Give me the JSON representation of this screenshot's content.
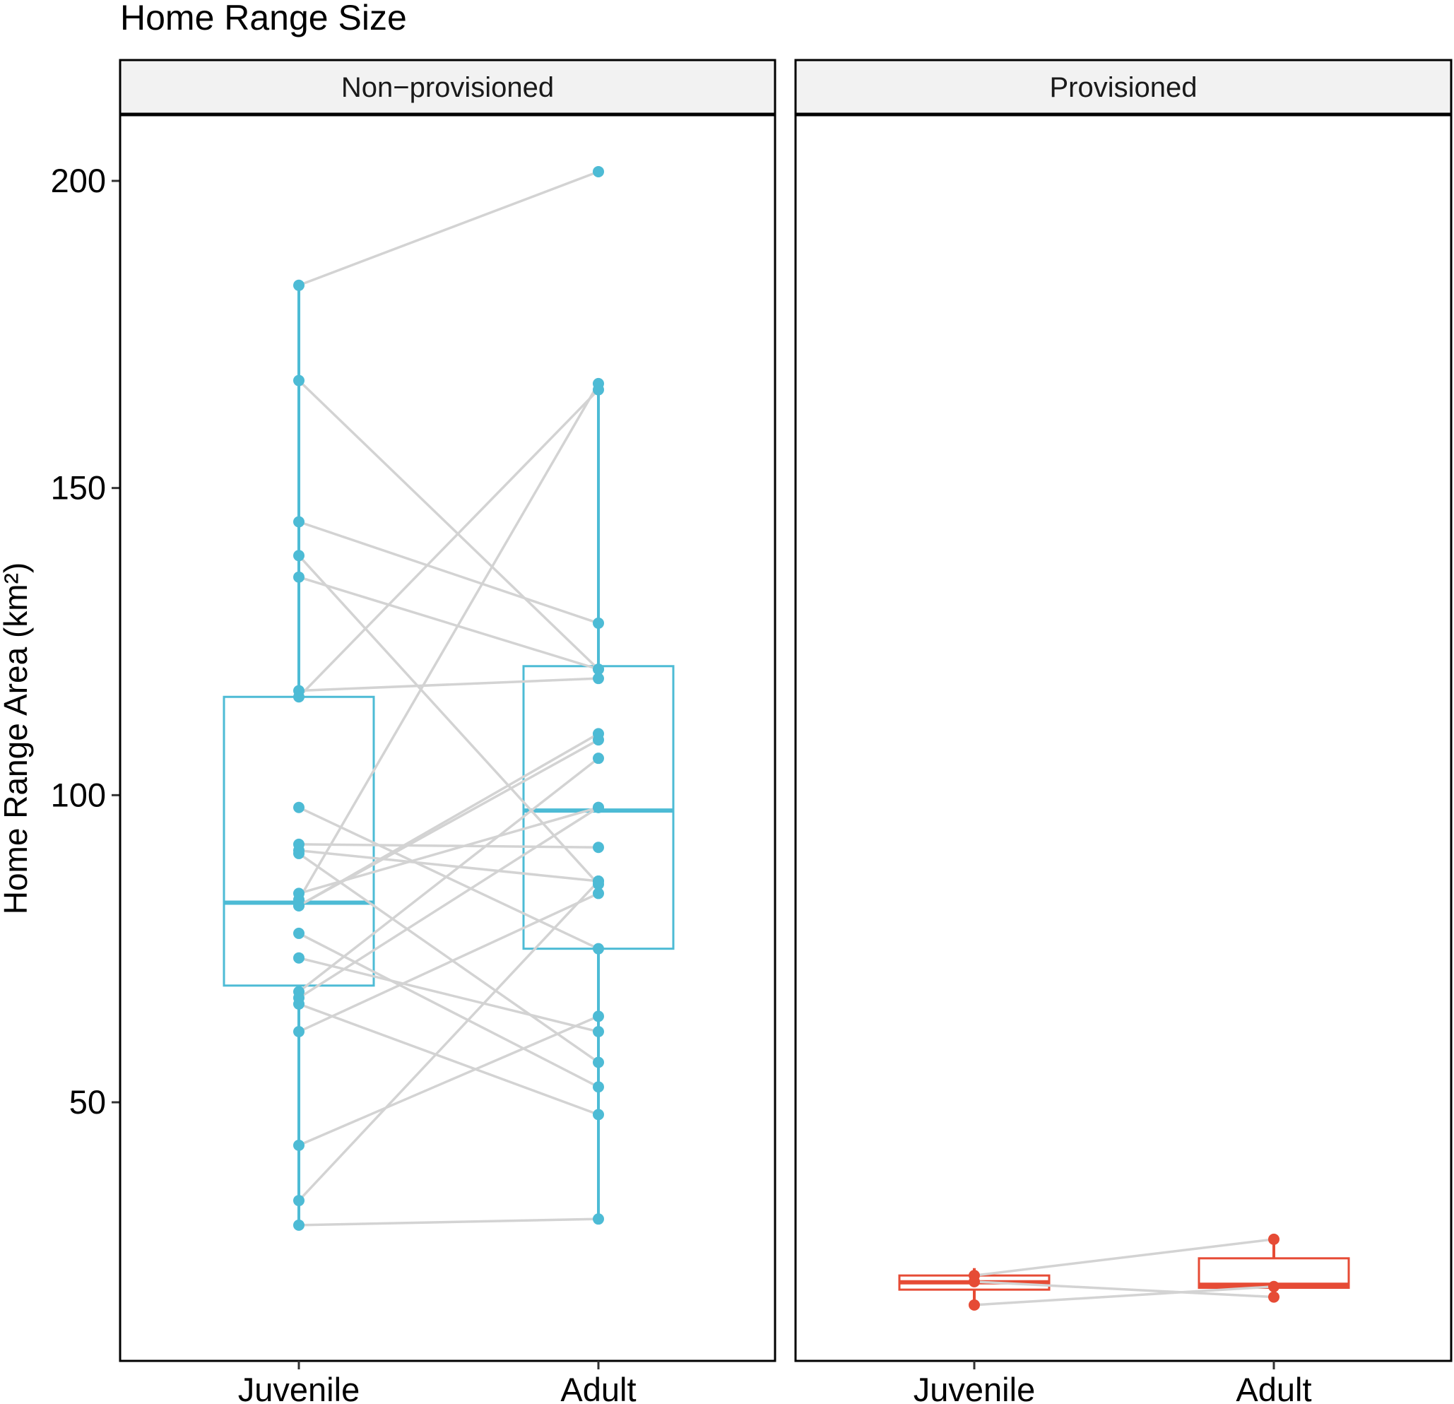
{
  "chart_data": {
    "type": "box",
    "title": "Home Range Size",
    "ylabel": "Home Range Area (km²)",
    "xlabel": "",
    "ylim": [
      13,
      214
    ],
    "yticks": [
      50,
      100,
      150,
      200
    ],
    "categories": [
      "Juvenile",
      "Adult"
    ],
    "grid": false,
    "legend": "none",
    "panels": [
      {
        "name": "Non−provisioned",
        "color": "#4DBBD5",
        "box": {
          "Juvenile": {
            "min": 30,
            "q1": 69,
            "median": 82.5,
            "q3": 116,
            "max": 183
          },
          "Adult": {
            "min": 31,
            "q1": 75,
            "median": 97.5,
            "q3": 121,
            "max": 167
          }
        },
        "pairs": [
          [
            183,
            201.5
          ],
          [
            167.5,
            120.5
          ],
          [
            144.5,
            128
          ],
          [
            139,
            85.5
          ],
          [
            135.5,
            120.5
          ],
          [
            117,
            119
          ],
          [
            116,
            166
          ],
          [
            98,
            75
          ],
          [
            92,
            91.5
          ],
          [
            91,
            86
          ],
          [
            90.5,
            56.5
          ],
          [
            84,
            98
          ],
          [
            83,
            167
          ],
          [
            82,
            109
          ],
          [
            82,
            110
          ],
          [
            77.5,
            52.5
          ],
          [
            73.5,
            61.5
          ],
          [
            68,
            106
          ],
          [
            67,
            98
          ],
          [
            66,
            48
          ],
          [
            61.5,
            84
          ],
          [
            43,
            64
          ],
          [
            34,
            86
          ],
          [
            30,
            31
          ]
        ]
      },
      {
        "name": "Provisioned",
        "color": "#E64B35",
        "box": {
          "Juvenile": {
            "min": 17,
            "q1": 19.5,
            "median": 20.7,
            "q3": 21.8,
            "max": 23
          },
          "Adult": {
            "min": 18,
            "q1": 19.8,
            "median": 20.3,
            "q3": 24.6,
            "max": 27.7
          }
        },
        "pairs": [
          [
            21.8,
            27.7
          ],
          [
            20.8,
            18.3
          ],
          [
            17,
            20
          ]
        ]
      }
    ]
  }
}
